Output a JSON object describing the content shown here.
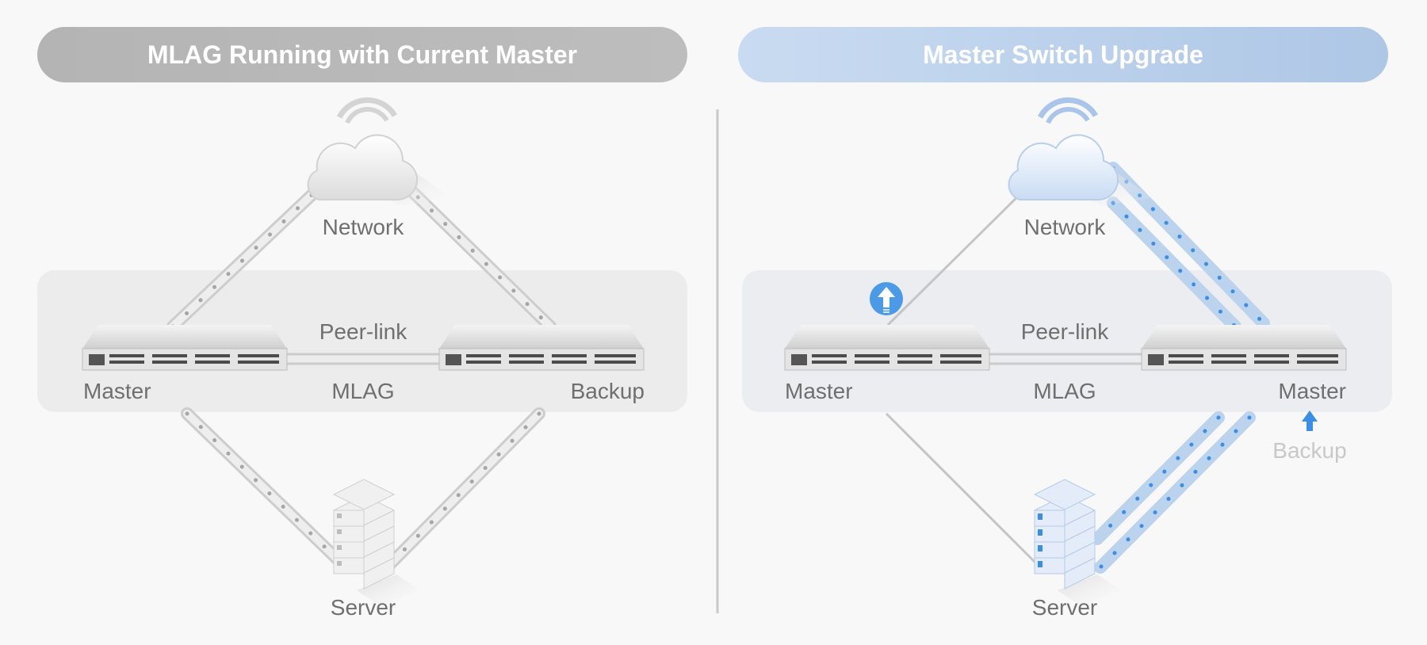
{
  "left_panel": {
    "title": "MLAG Running with Current Master",
    "network_label": "Network",
    "peer_link_label": "Peer-link",
    "mlag_label": "MLAG",
    "left_switch_label": "Master",
    "right_switch_label": "Backup",
    "server_label": "Server"
  },
  "right_panel": {
    "title": "Master Switch Upgrade",
    "network_label": "Network",
    "peer_link_label": "Peer-link",
    "mlag_label": "MLAG",
    "left_switch_label": "Master",
    "right_switch_label": "Master",
    "previous_role_label": "Backup",
    "server_label": "Server"
  },
  "colors": {
    "left_title_bg": "#b9b9b9",
    "right_title_bg": "#c3d5ec",
    "active_link_blue": "#3a8ee6",
    "upgrade_icon": "#4a9ae8",
    "faded_text": "#c8c8c8"
  }
}
